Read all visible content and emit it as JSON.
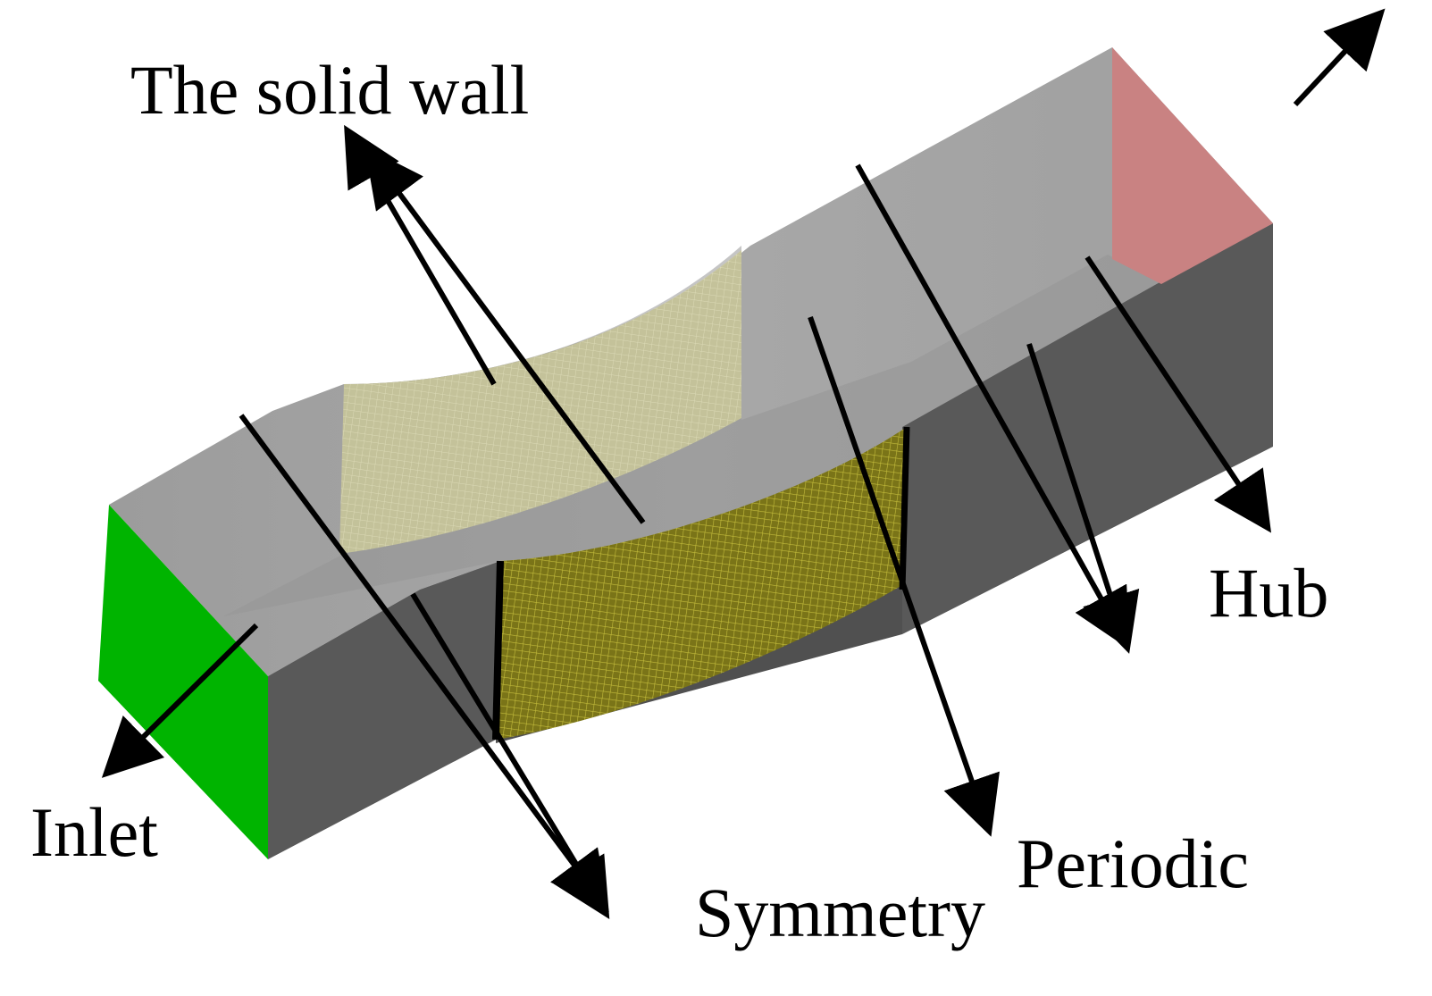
{
  "labels": {
    "solid_wall": "The solid wall",
    "inlet": "Inlet",
    "hub": "Hub",
    "periodic": "Periodic",
    "symmetry": "Symmetry"
  },
  "colors": {
    "inlet_face": "#00b400",
    "outlet_face": "#c98282",
    "top_face": "#a3a3a3",
    "front_face": "#595959",
    "blade_mesh": "#8f8a1e",
    "blade_mesh_light": "#cfcc98",
    "arrow": "#000000"
  }
}
